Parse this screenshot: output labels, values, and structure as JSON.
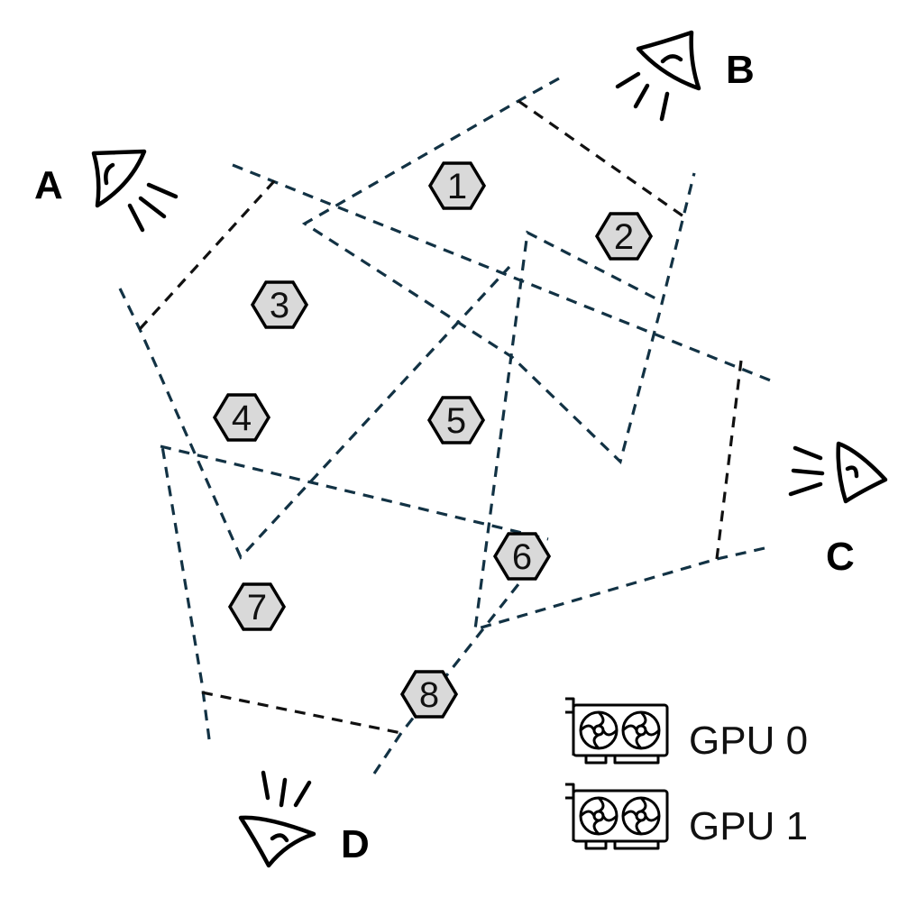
{
  "cameras": [
    {
      "id": "A",
      "label": "A"
    },
    {
      "id": "B",
      "label": "B"
    },
    {
      "id": "C",
      "label": "C"
    },
    {
      "id": "D",
      "label": "D"
    }
  ],
  "regions": [
    {
      "id": 1,
      "label": "1"
    },
    {
      "id": 2,
      "label": "2"
    },
    {
      "id": 3,
      "label": "3"
    },
    {
      "id": 4,
      "label": "4"
    },
    {
      "id": 5,
      "label": "5"
    },
    {
      "id": 6,
      "label": "6"
    },
    {
      "id": 7,
      "label": "7"
    },
    {
      "id": 8,
      "label": "8"
    }
  ],
  "legend": [
    {
      "icon": "gpu-card-icon",
      "label": "GPU 0"
    },
    {
      "icon": "gpu-card-icon",
      "label": "GPU 1"
    }
  ],
  "colors": {
    "frustum_teal": "#123244",
    "frustum_black": "#111111",
    "hex_fill": "#d9d9d9"
  }
}
